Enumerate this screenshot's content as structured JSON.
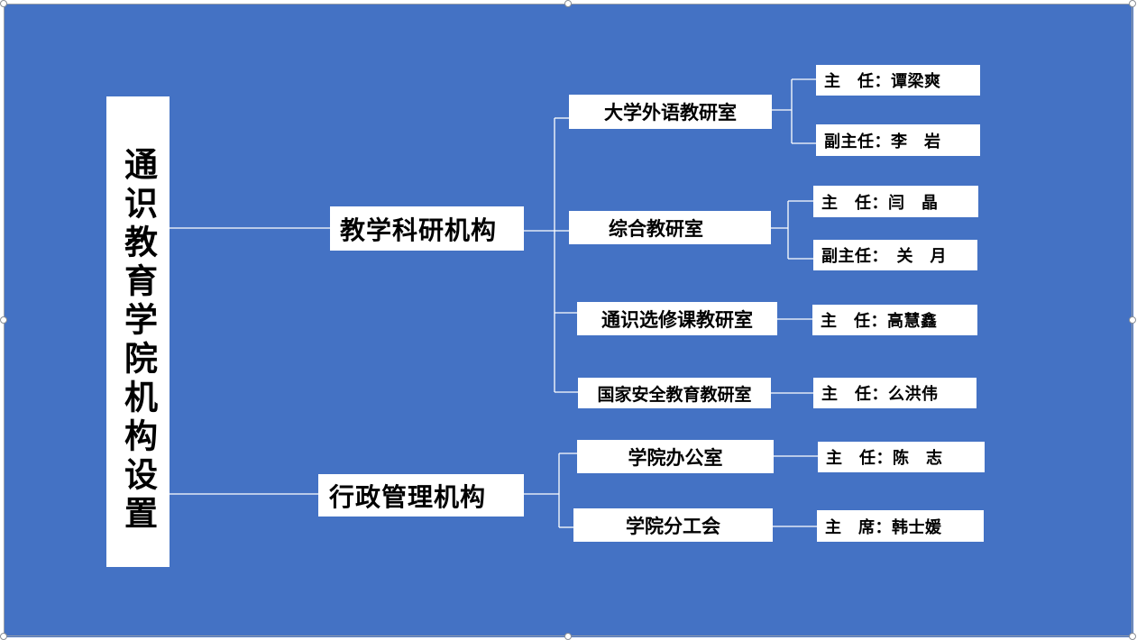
{
  "diagram": {
    "root": {
      "label": "通识教育学院机构设置"
    },
    "branches": [
      {
        "label": "教学科研机构",
        "units": [
          {
            "label": "大学外语教研室",
            "staff": [
              "主　任：谭梁爽",
              "副主任：李　岩"
            ]
          },
          {
            "label": "综合教研室",
            "staff": [
              "主　任：闫　晶",
              "副主任：　关　月"
            ]
          },
          {
            "label": "通识选修课教研室",
            "staff": [
              "主　任：高慧鑫"
            ]
          },
          {
            "label": "国家安全教育教研室",
            "staff": [
              "主　任：么洪伟"
            ]
          }
        ]
      },
      {
        "label": "行政管理机构",
        "units": [
          {
            "label": "学院办公室",
            "staff": [
              "主　任：陈　志"
            ]
          },
          {
            "label": "学院分工会",
            "staff": [
              "主　席：韩士媛"
            ]
          }
        ]
      }
    ]
  },
  "colors": {
    "background": "#4472c4",
    "box": "#ffffff",
    "connector": "#ffffff",
    "text": "#000000"
  }
}
